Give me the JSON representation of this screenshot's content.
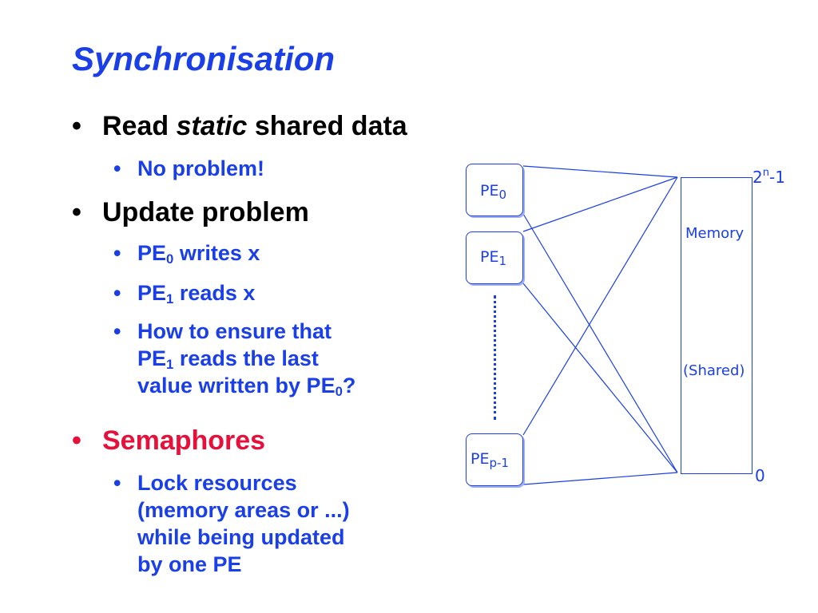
{
  "slide": {
    "title": "Synchronisation",
    "bullets": [
      {
        "bullet": "•",
        "pre": "Read ",
        "em": "static",
        "post": " shared data",
        "subs": [
          "No problem!"
        ]
      },
      {
        "bullet": "•",
        "text": "Update problem"
      },
      {
        "sub_bullet": "•",
        "pe0_writes": {
          "base": "PE",
          "idx": "0",
          "rest": " writes x"
        },
        "pe1_reads": {
          "base": "PE",
          "idx": "1",
          "rest": " reads x"
        },
        "ensure": {
          "line1": "How to ensure that",
          "line2_base": "PE",
          "line2_idx": "1",
          "line2_rest": " reads the last",
          "line3_pre": "value written by PE",
          "line3_idx": "0",
          "line3_post": "?"
        }
      },
      {
        "bullet": "•",
        "text": "Semaphores",
        "color": "#e6103a"
      },
      {
        "sub_bullet": "•",
        "lines": [
          "Lock resources",
          "(memory areas or ...)",
          "while being updated",
          "by one PE"
        ]
      }
    ]
  },
  "diagram": {
    "pe_boxes": [
      {
        "base": "PE",
        "idx": "0"
      },
      {
        "base": "PE",
        "idx": "1"
      },
      {
        "base": "PE",
        "idx": "p-1"
      }
    ],
    "memory": {
      "label1": "Memory",
      "label2": "(Shared)"
    },
    "addr_top": {
      "base": "2",
      "exp": "n",
      "rest": "-1"
    },
    "addr_bottom": "0",
    "colors": {
      "accent": "#1a3fe6",
      "highlight": "#e6103a"
    }
  }
}
